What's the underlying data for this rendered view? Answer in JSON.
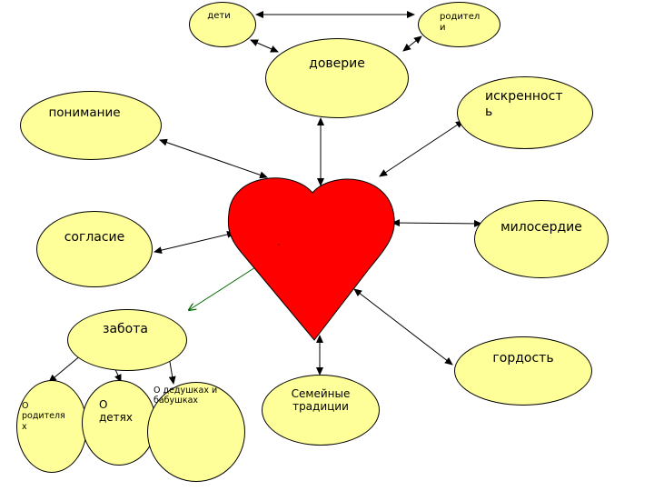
{
  "colors": {
    "oval_fill": "#ffff99",
    "heart_fill": "#ff0000",
    "arrow": "#000000",
    "green_arrow": "#006600"
  },
  "nodes": {
    "deti": "дети",
    "roditeli": "родител\nи",
    "doverie": "доверие",
    "ponimanie": "понимание",
    "iskrennost": "искренност\nь",
    "soglasie": "согласие",
    "miloserdie": "милосердие",
    "zabota": "забота",
    "gordost": "гордость",
    "semeinye_tradicii": "Семейные\nтрадиции",
    "o_roditelyah": "О\nродителя\nх",
    "o_detyah": "О\nдетях",
    "o_dedushkah": "О дедушках и\nбабушках"
  },
  "center_mark": "′"
}
